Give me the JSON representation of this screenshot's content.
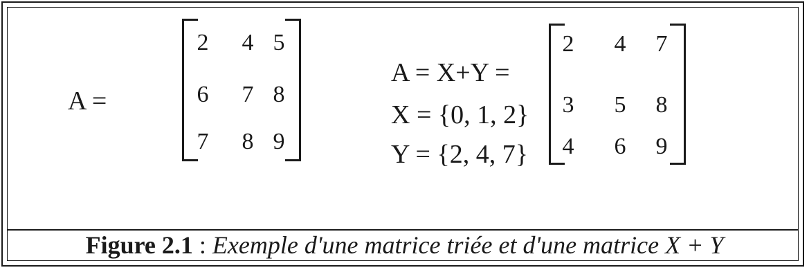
{
  "matrix_a": {
    "label": "A =",
    "rows": [
      [
        "2",
        "4",
        "5"
      ],
      [
        "6",
        "7",
        "8"
      ],
      [
        "7",
        "8",
        "9"
      ]
    ]
  },
  "matrix_xy": {
    "line1": "A = X+Y =",
    "line2": "X = {0, 1, 2}",
    "line3": "Y = {2, 4, 7}",
    "rows": [
      [
        "2",
        "4",
        "7"
      ],
      [
        "3",
        "5",
        "8"
      ],
      [
        "4",
        "6",
        "9"
      ]
    ]
  },
  "caption": {
    "label": "Figure 2.1",
    "separator": " : ",
    "text": "Exemple d'une matrice triée et d'une matrice X + Y"
  }
}
